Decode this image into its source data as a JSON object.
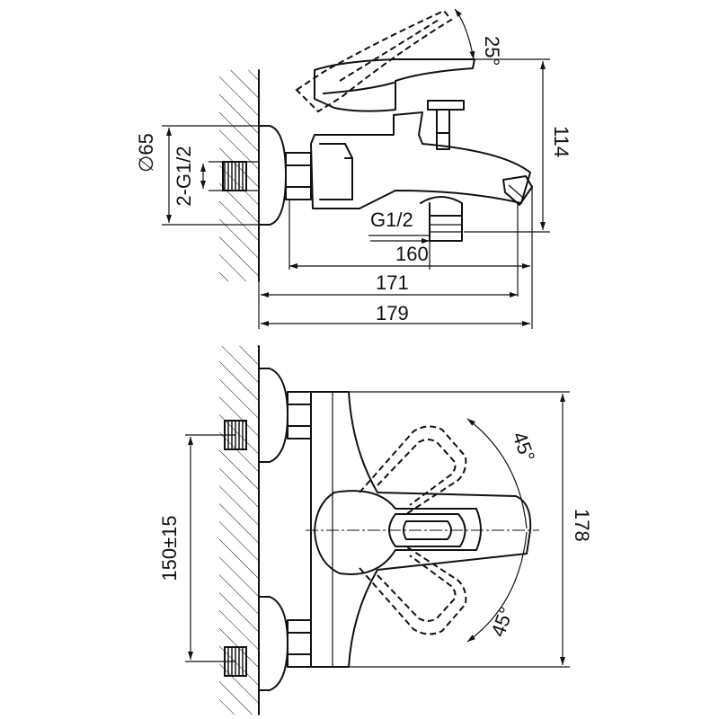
{
  "dimensions": {
    "top_view": {
      "angle_lever": "25°",
      "height": "114",
      "diameter": "∅65",
      "inlet_thread": "2-G1/2",
      "outlet_thread": "G1/2",
      "spout_length": "160",
      "body_to_spout": "171",
      "overall_length": "179"
    },
    "front_view": {
      "angle_upper": "45°",
      "angle_lower": "45°",
      "width": "178",
      "center_distance": "150±15"
    }
  }
}
